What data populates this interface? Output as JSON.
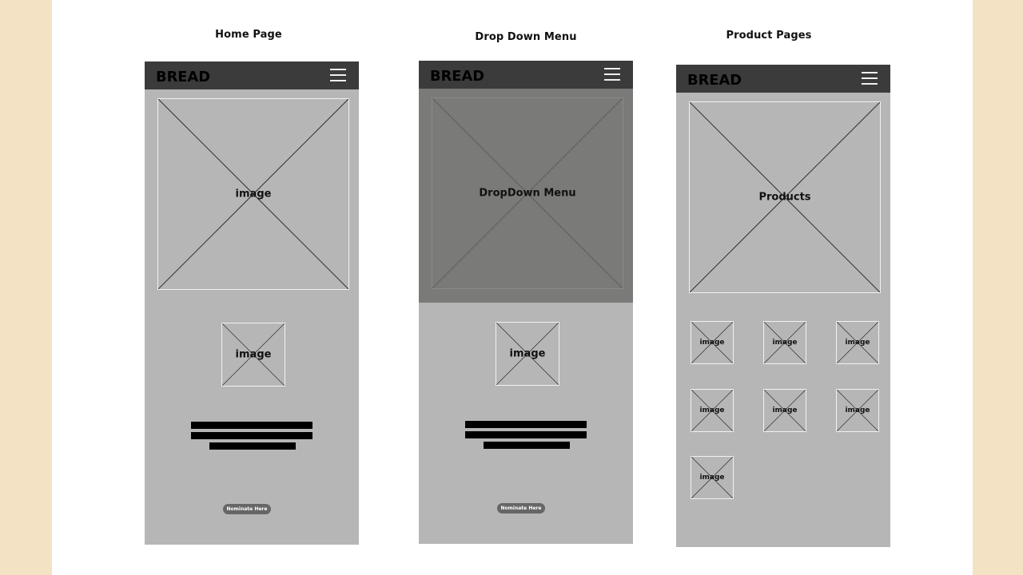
{
  "columns": [
    {
      "title": "Home Page"
    },
    {
      "title": "Drop Down Menu"
    },
    {
      "title": "Product Pages"
    }
  ],
  "brand": {
    "logo_text": "BREAD"
  },
  "home": {
    "hero_label": "image",
    "thumb_label": "image",
    "button_label": "Nominate Here"
  },
  "dropdown": {
    "overlay_label": "DropDown Menu",
    "thumb_label": "image",
    "button_label": "Nominate Here"
  },
  "products": {
    "hero_label": "Products",
    "items": [
      "image",
      "image",
      "image",
      "image",
      "image",
      "image",
      "image"
    ]
  },
  "colors": {
    "background": "#f3e2c4",
    "nav": "#3b3b3b",
    "phone": "#b6b6b6",
    "overlay": "#7a7a79",
    "button": "#666666"
  }
}
